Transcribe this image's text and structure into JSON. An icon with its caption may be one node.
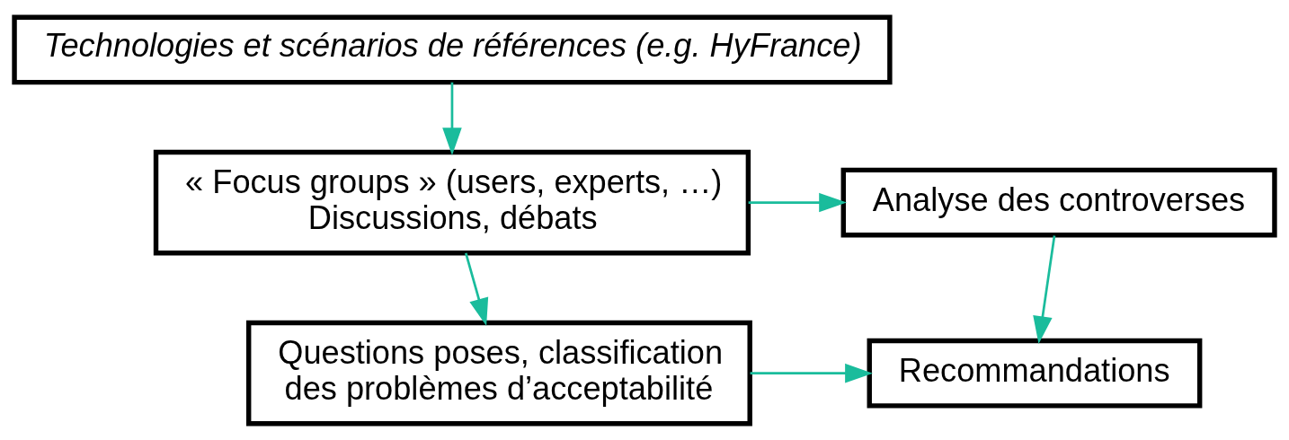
{
  "diagram": {
    "nodes": [
      {
        "text": [
          "Technologies et scénarios de références (e.g. HyFrance)"
        ]
      },
      {
        "text": [
          "« Focus groups » (users, experts, …)",
          "Discussions, débats"
        ]
      },
      {
        "text": [
          "Analyse des controverses"
        ]
      },
      {
        "text": [
          "Questions poses, classification des problèmes d’acceptabilité"
        ]
      },
      {
        "text": [
          "Recommandations"
        ]
      }
    ],
    "edges": [
      {
        "from": 0,
        "to": 1,
        "arrow": "to"
      },
      {
        "from": 1,
        "to": 2,
        "arrow": "to"
      },
      {
        "from": 1,
        "to": 3,
        "arrow": "to"
      },
      {
        "from": 2,
        "to": 4,
        "arrow": "to"
      },
      {
        "from": 3,
        "to": 4,
        "arrow": "to"
      }
    ]
  }
}
